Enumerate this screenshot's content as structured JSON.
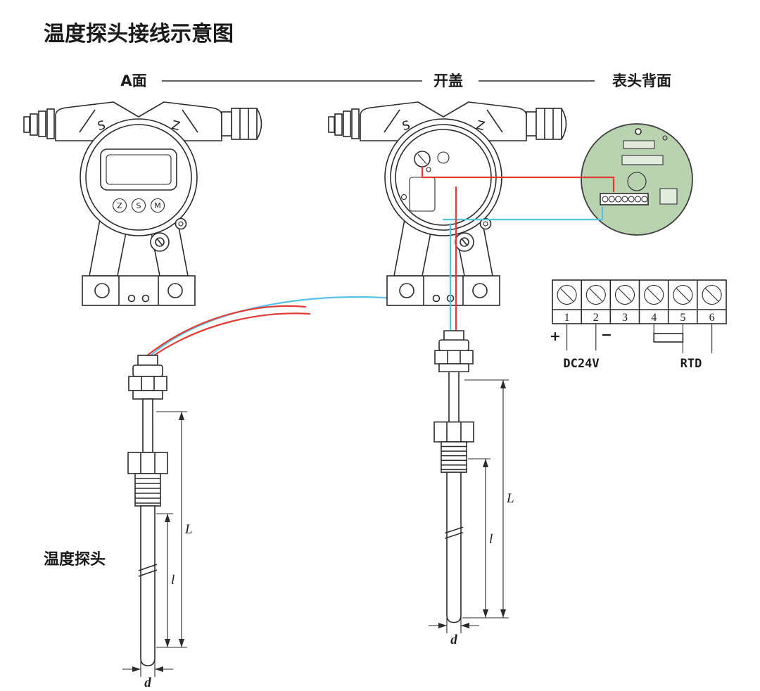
{
  "title": "温度探头接线示意图",
  "header": {
    "front_label": "A面",
    "open_label": "开盖",
    "back_label": "表头背面"
  },
  "device": {
    "marking_left": "S",
    "marking_right": "Z",
    "buttons": [
      "Z",
      "S",
      "M"
    ]
  },
  "probe": {
    "label": "温度探头",
    "dim_length": "L",
    "dim_insert": "l",
    "dim_diameter": "d"
  },
  "terminal_block": {
    "numbers": [
      "1",
      "2",
      "3",
      "4",
      "5",
      "6"
    ],
    "polarity_plus": "+",
    "polarity_minus": "−",
    "power_label": "DC24V",
    "sensor_label": "RTD"
  },
  "colors": {
    "wire_red": "#e23b34",
    "wire_blue": "#56c2ea",
    "pcb_green": "#b9d2b0",
    "line": "#2b2b2b"
  }
}
